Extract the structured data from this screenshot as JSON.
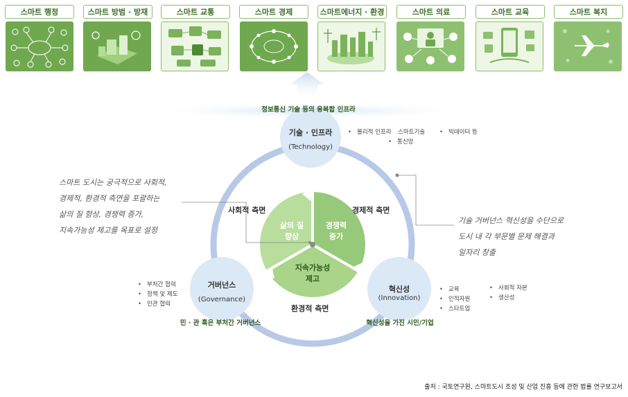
{
  "categories": [
    {
      "label": "스마트 행정",
      "icon": "cloud-network-icon"
    },
    {
      "label": "스마트 방범 · 방재",
      "icon": "city-security-icon"
    },
    {
      "label": "스마트 교통",
      "icon": "traffic-map-icon"
    },
    {
      "label": "스마트 경제",
      "icon": "economy-network-icon"
    },
    {
      "label": "스마트에너지 · 환경",
      "icon": "green-energy-icon"
    },
    {
      "label": "스마트 의료",
      "icon": "medical-doctor-icon"
    },
    {
      "label": "스마트 교육",
      "icon": "tablet-education-icon"
    },
    {
      "label": "스마트 복지",
      "icon": "airplane-welfare-icon"
    }
  ],
  "infra_caption": "정보통신 기술 등의 융복합 인프라",
  "technology": {
    "title": "기술 · 인프라",
    "subtitle": "(Technology)",
    "items_a": [
      "물리적 인프라",
      "통신망"
    ],
    "item_b": "스마트기술",
    "item_c": "빅데이터 등"
  },
  "governance": {
    "title": "거버넌스",
    "subtitle": "(Governance)",
    "items": [
      "부처간 협력",
      "정책 및 제도",
      "민관 협력"
    ],
    "caption": "민 · 관 혹은 부처간 거버넌스"
  },
  "innovation": {
    "title": "혁신성",
    "subtitle": "(Innovation)",
    "items_left": [
      "교육",
      "인적자원",
      "스타트업"
    ],
    "items_right": [
      "사회적 자본",
      "생산성"
    ],
    "caption": "혁신성을 가진 시민/기업"
  },
  "aspects": {
    "social": "사회적 측면",
    "economic": "경제적 측면",
    "environmental": "환경적 측면"
  },
  "center": {
    "quality": [
      "삶의 질",
      "향상"
    ],
    "competitiveness": [
      "경쟁력",
      "증가"
    ],
    "sustainability": [
      "지속가능성",
      "제고"
    ]
  },
  "left_note": [
    "스마트 도시는 궁극적으로 사회적,",
    "경제적, 환경적 측면을 포괄하는",
    "삶의 질 향상, 경쟁력 증가,",
    "지속가능성 제고를 목표로 설정"
  ],
  "right_note": [
    "기술 거버넌스 혁신성을 수단으로",
    "도시 내 각 부문별 문제 해결과",
    "일자리 창출"
  ],
  "source": "출처 : 국토연구원, 스마트도시 조성 및 산업 진흥 등에 관한 법률 연구보고서",
  "colors": {
    "green_dark": "#6fa84e",
    "green_light": "#a9d48a",
    "ring": "#b7c9e6",
    "node": "#dbe8f5"
  }
}
